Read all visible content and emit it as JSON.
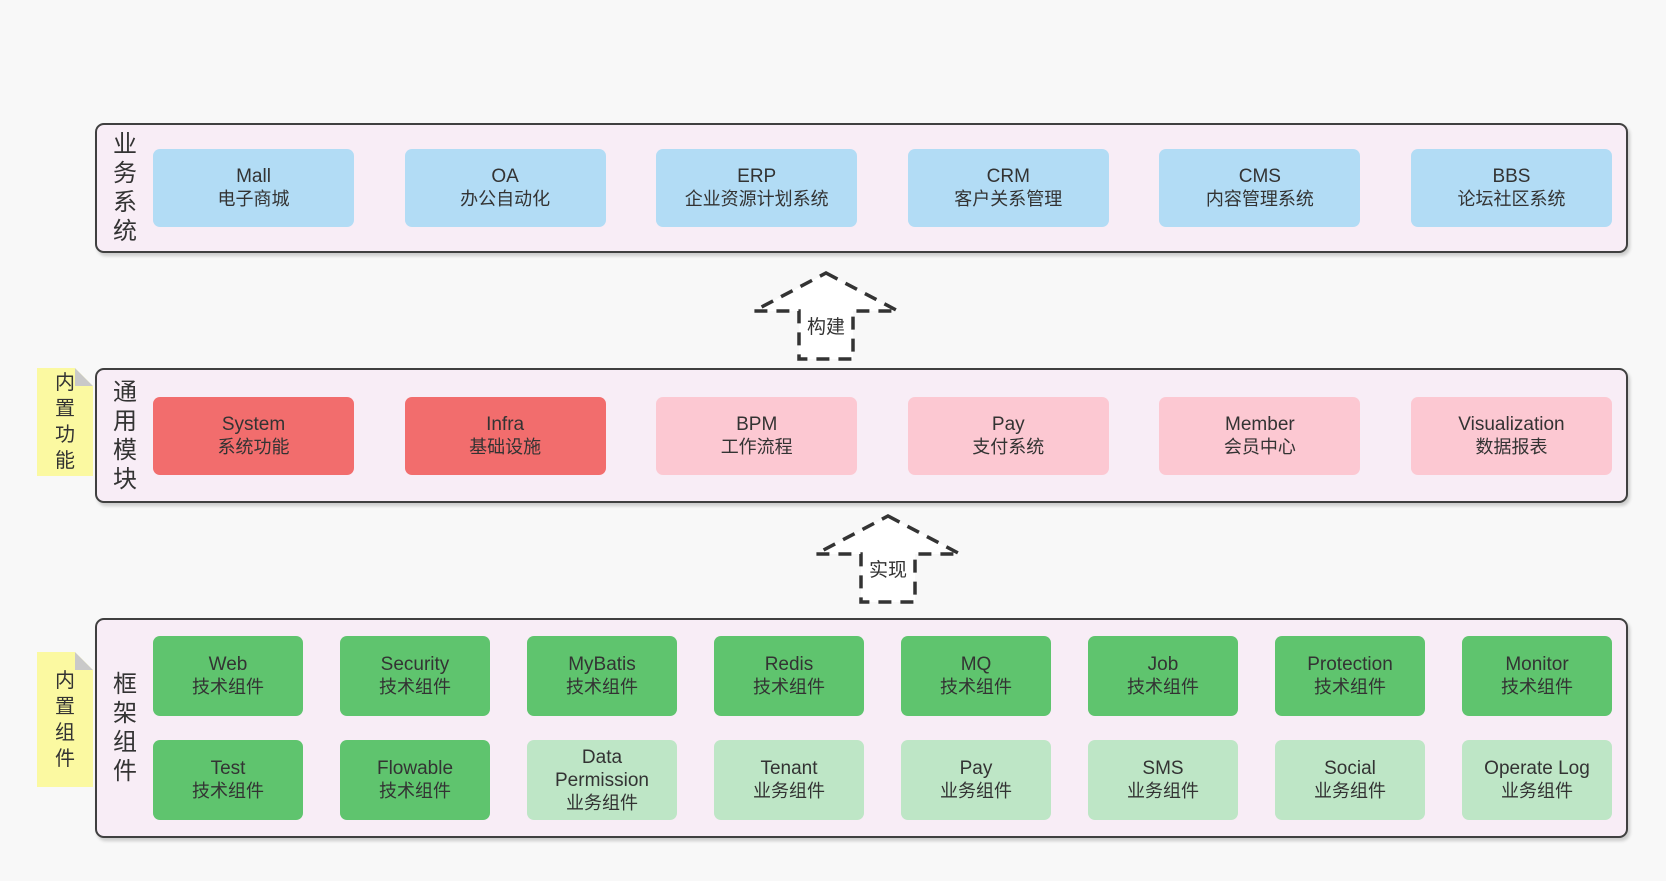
{
  "page": {
    "background": "#f8f8f8"
  },
  "colors": {
    "band_background": "#f8edf6",
    "band_border": "#404040",
    "blue_box": "#b2dcf5",
    "red_box": "#f26d6d",
    "pink_box": "#fcc8d2",
    "green_box": "#5fc46e",
    "light_green_box": "#bee6c6",
    "note_yellow": "#fbf9a1",
    "note_fold": "#c9c9c9",
    "text": "#333333"
  },
  "arrows": [
    {
      "label": "构建"
    },
    {
      "label": "实现"
    }
  ],
  "bands": [
    {
      "label": "业务系统",
      "rows": [
        {
          "cells": [
            {
              "title": "Mall",
              "subtitle": "电子商城",
              "variant": "blue"
            },
            {
              "title": "OA",
              "subtitle": "办公自动化",
              "variant": "blue"
            },
            {
              "title": "ERP",
              "subtitle": "企业资源计划系统",
              "variant": "blue"
            },
            {
              "title": "CRM",
              "subtitle": "客户关系管理",
              "variant": "blue"
            },
            {
              "title": "CMS",
              "subtitle": "内容管理系统",
              "variant": "blue"
            },
            {
              "title": "BBS",
              "subtitle": "论坛社区系统",
              "variant": "blue"
            }
          ]
        }
      ]
    },
    {
      "label": "通用模块",
      "note": "内置功能",
      "rows": [
        {
          "cells": [
            {
              "title": "System",
              "subtitle": "系统功能",
              "variant": "red"
            },
            {
              "title": "Infra",
              "subtitle": "基础设施",
              "variant": "red"
            },
            {
              "title": "BPM",
              "subtitle": "工作流程",
              "variant": "pink"
            },
            {
              "title": "Pay",
              "subtitle": "支付系统",
              "variant": "pink"
            },
            {
              "title": "Member",
              "subtitle": "会员中心",
              "variant": "pink"
            },
            {
              "title": "Visualization",
              "subtitle": "数据报表",
              "variant": "pink"
            }
          ]
        }
      ]
    },
    {
      "label": "框架组件",
      "note": "内置组件",
      "rows": [
        {
          "cells": [
            {
              "title": "Web",
              "subtitle": "技术组件",
              "variant": "green"
            },
            {
              "title": "Security",
              "subtitle": "技术组件",
              "variant": "green"
            },
            {
              "title": "MyBatis",
              "subtitle": "技术组件",
              "variant": "green"
            },
            {
              "title": "Redis",
              "subtitle": "技术组件",
              "variant": "green"
            },
            {
              "title": "MQ",
              "subtitle": "技术组件",
              "variant": "green"
            },
            {
              "title": "Job",
              "subtitle": "技术组件",
              "variant": "green"
            },
            {
              "title": "Protection",
              "subtitle": "技术组件",
              "variant": "green"
            },
            {
              "title": "Monitor",
              "subtitle": "技术组件",
              "variant": "green"
            }
          ]
        },
        {
          "cells": [
            {
              "title": "Test",
              "subtitle": "技术组件",
              "variant": "green"
            },
            {
              "title": "Flowable",
              "subtitle": "技术组件",
              "variant": "green"
            },
            {
              "title": "Data Permission",
              "subtitle": "业务组件",
              "variant": "lightgreen"
            },
            {
              "title": "Tenant",
              "subtitle": "业务组件",
              "variant": "lightgreen"
            },
            {
              "title": "Pay",
              "subtitle": "业务组件",
              "variant": "lightgreen"
            },
            {
              "title": "SMS",
              "subtitle": "业务组件",
              "variant": "lightgreen"
            },
            {
              "title": "Social",
              "subtitle": "业务组件",
              "variant": "lightgreen"
            },
            {
              "title": "Operate Log",
              "subtitle": "业务组件",
              "variant": "lightgreen"
            }
          ]
        }
      ]
    }
  ]
}
